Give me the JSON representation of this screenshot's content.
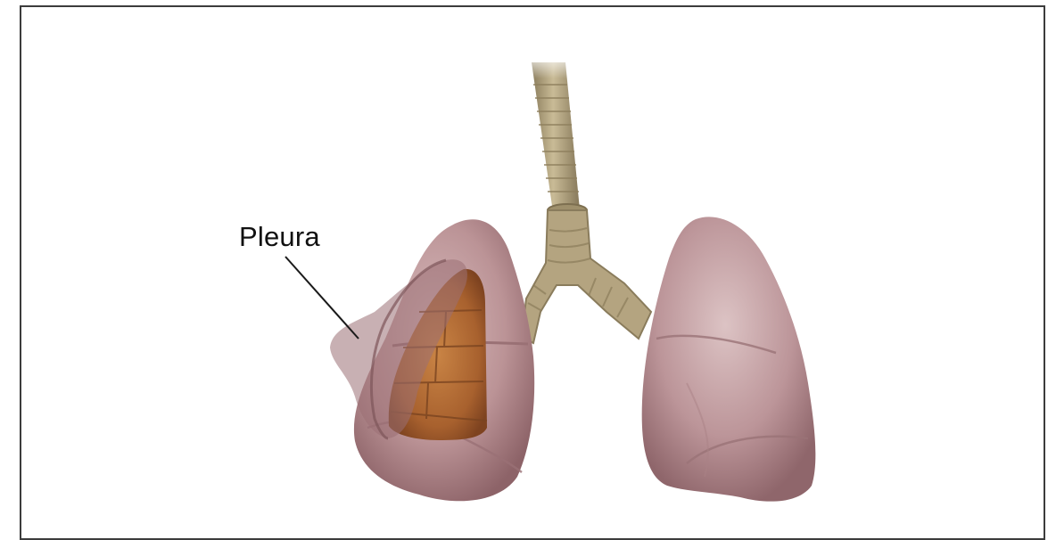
{
  "figure": {
    "labels": {
      "pleura": "Pleura"
    },
    "colors": {
      "frame": "#3c3c3c",
      "lung": "#b98f93",
      "lung_shadow": "#8c6468",
      "trachea": "#b4a480",
      "trachea_ring": "#8e7f5d",
      "lobe": "#b36a33",
      "pleura_overlay": "#9a6f74",
      "leader_line": "#1a1a1a"
    },
    "icons": [
      "lungs-illustration",
      "trachea-illustration",
      "bronchi-illustration"
    ]
  }
}
